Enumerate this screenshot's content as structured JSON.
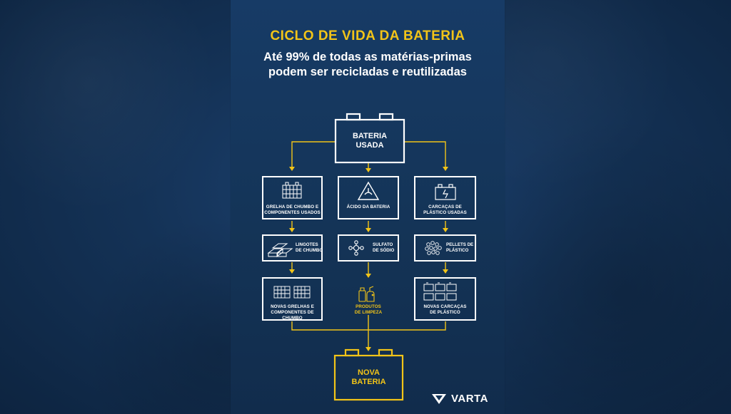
{
  "header": {
    "title": "CICLO DE VIDA DA BATERIA",
    "subtitle_line1": "Até 99% de todas as matérias-primas",
    "subtitle_line2": "podem ser recicladas e reutilizadas"
  },
  "top_node": {
    "line1": "BATERIA",
    "line2": "USADA"
  },
  "row1": [
    {
      "line1": "GRELHA DE CHUMBO E",
      "line2": "COMPONENTES USADOS",
      "icon": "lead-grid-icon"
    },
    {
      "line1": "ÁCIDO DA BATERIA",
      "line2": "",
      "icon": "acid-warning-icon"
    },
    {
      "line1": "CARCAÇAS DE",
      "line2": "PLÁSTICO USADAS",
      "icon": "battery-casing-icon"
    }
  ],
  "row2": [
    {
      "line1": "LINGOTES",
      "line2": "DE CHUMBO",
      "icon": "lead-ingots-icon"
    },
    {
      "line1": "SULFATO",
      "line2": "DE SÓDIO",
      "icon": "molecule-icon"
    },
    {
      "line1": "PELLETS DE",
      "line2": "PLÁSTICO",
      "icon": "pellets-icon"
    }
  ],
  "row3": [
    {
      "line1": "NOVAS GRELHAS E",
      "line2": "COMPONENTES DE CHUMBO",
      "icon": "new-grid-icon"
    },
    {
      "line1": "PRODUTOS",
      "line2": "DE LIMPEZA",
      "icon": "cleaning-products-icon"
    },
    {
      "line1": "NOVAS CARCAÇAS",
      "line2": "DE PLÁSTICO",
      "icon": "new-casings-icon"
    }
  ],
  "bottom_node": {
    "line1": "NOVA",
    "line2": "BATERIA"
  },
  "brand": {
    "logo_text": "VARTA"
  },
  "colors": {
    "accent": "#f2c418",
    "background": "#143457",
    "line": "#ffffff"
  }
}
